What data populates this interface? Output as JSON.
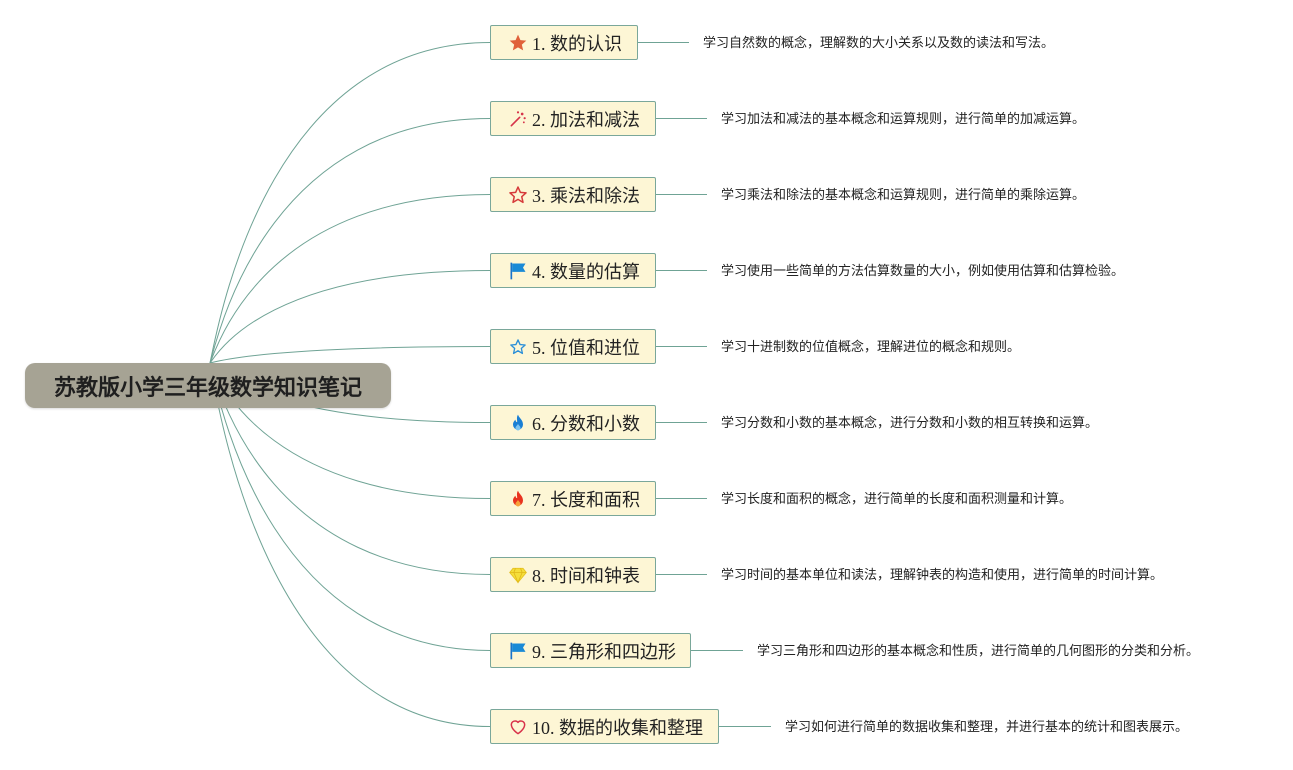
{
  "root": {
    "title": "苏教版小学三年级数学知识笔记"
  },
  "colors": {
    "line": "#6fa395",
    "root_bg": "#a6a394",
    "node_bg": "#fdf6d5",
    "node_border": "#7aa79a"
  },
  "topics": [
    {
      "label": "1. 数的认识",
      "icon": "star-filled-icon",
      "description": "学习自然数的概念，理解数的大小关系以及数的读法和写法。"
    },
    {
      "label": "2. 加法和减法",
      "icon": "sparkle-wand-icon",
      "description": "学习加法和减法的基本概念和运算规则，进行简单的加减运算。"
    },
    {
      "label": "3. 乘法和除法",
      "icon": "star-outline-red-icon",
      "description": "学习乘法和除法的基本概念和运算规则，进行简单的乘除运算。"
    },
    {
      "label": "4. 数量的估算",
      "icon": "flag-blue-icon",
      "description": "学习使用一些简单的方法估算数量的大小，例如使用估算和估算检验。"
    },
    {
      "label": "5. 位值和进位",
      "icon": "star-outline-blue-icon",
      "description": "学习十进制数的位值概念，理解进位的概念和规则。"
    },
    {
      "label": "6. 分数和小数",
      "icon": "flame-blue-icon",
      "description": "学习分数和小数的基本概念，进行分数和小数的相互转换和运算。"
    },
    {
      "label": "7. 长度和面积",
      "icon": "flame-red-icon",
      "description": "学习长度和面积的概念，进行简单的长度和面积测量和计算。"
    },
    {
      "label": "8. 时间和钟表",
      "icon": "diamond-icon",
      "description": "学习时间的基本单位和读法，理解钟表的构造和使用，进行简单的时间计算。"
    },
    {
      "label": "9. 三角形和四边形",
      "icon": "flag-blue-icon",
      "description": "学习三角形和四边形的基本概念和性质，进行简单的几何图形的分类和分析。"
    },
    {
      "label": "10. 数据的收集和整理",
      "icon": "heart-outline-icon",
      "description": "学习如何进行简单的数据收集和整理，并进行基本的统计和图表展示。"
    }
  ]
}
